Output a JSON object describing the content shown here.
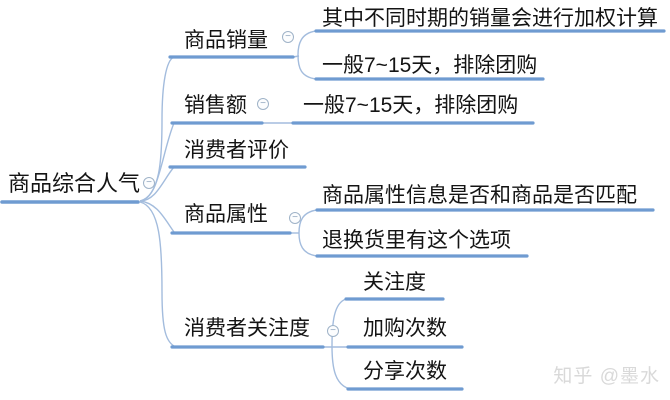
{
  "root": {
    "label": "商品综合人气"
  },
  "branches": [
    {
      "label": "商品销量",
      "children": [
        {
          "label": "其中不同时期的销量会进行加权计算"
        },
        {
          "label": "一般7~15天，排除团购"
        }
      ]
    },
    {
      "label": "销售额",
      "children": [
        {
          "label": "一般7~15天，排除团购"
        }
      ]
    },
    {
      "label": "消费者评价",
      "children": []
    },
    {
      "label": "商品属性",
      "children": [
        {
          "label": "商品属性信息是否和商品是否匹配"
        },
        {
          "label": "退换货里有这个选项"
        }
      ]
    },
    {
      "label": "消费者关注度",
      "children": [
        {
          "label": "关注度"
        },
        {
          "label": "加购次数"
        },
        {
          "label": "分享次数"
        }
      ]
    }
  ],
  "collapse_icon": {
    "symbol": "−"
  },
  "watermark": "知乎 @墨水",
  "colors": {
    "underline": "#6f9bd1",
    "curve": "#a3bcdd",
    "icon_border": "#9fb3c8",
    "text": "#141414",
    "watermark": "#d9d9d9"
  }
}
